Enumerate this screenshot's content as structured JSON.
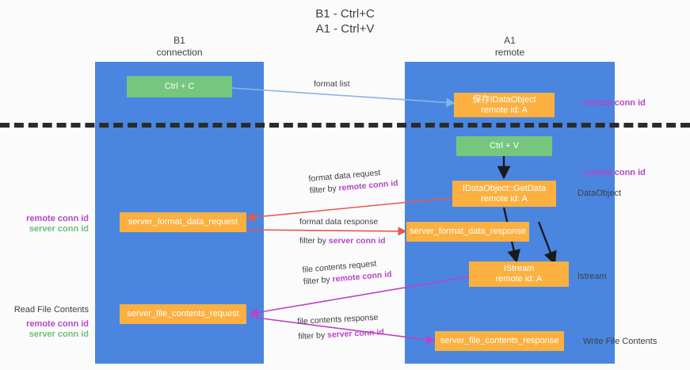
{
  "title": {
    "line1": "B1 - Ctrl+C",
    "line2": "A1 - Ctrl+V"
  },
  "lanes": [
    {
      "name": "B1",
      "subtitle": "connection"
    },
    {
      "name": "A1",
      "subtitle": "remote"
    }
  ],
  "nodes": [
    {
      "id": "ctrl-c",
      "label": "Ctrl + C",
      "sub": "",
      "color": "#76c67e"
    },
    {
      "id": "save-idataobject",
      "label": "保存IDataObject",
      "sub": "remote id: A",
      "color": "#fbb040"
    },
    {
      "id": "ctrl-v",
      "label": "Ctrl + V",
      "sub": "",
      "color": "#76c67e"
    },
    {
      "id": "idataobject-getdata",
      "label": "IDataObject::GetData",
      "sub": "remote id: A",
      "color": "#fbb040"
    },
    {
      "id": "server-format-data-request",
      "label": "server_format_data_request",
      "sub": "",
      "color": "#fbb040"
    },
    {
      "id": "server-format-data-response",
      "label": "server_format_data_response",
      "sub": "",
      "color": "#fbb040"
    },
    {
      "id": "istream",
      "label": "IStream",
      "sub": "remote id: A",
      "color": "#fbb040"
    },
    {
      "id": "server-file-contents-request",
      "label": "server_file_contents_request",
      "sub": "",
      "color": "#fbb040"
    },
    {
      "id": "server-file-contents-response",
      "label": "server_file_contents_response",
      "sub": "",
      "color": "#fbb040"
    }
  ],
  "edge_labels": {
    "format_list": "format list",
    "format_data_request": "format data request",
    "format_data_request_filter_prefix": "filter by ",
    "format_data_request_filter_key": "remote conn id",
    "format_data_response": "format data response",
    "format_data_response_filter_prefix": "filter by ",
    "format_data_response_filter_key": "server conn id",
    "file_contents_request": "file contents request",
    "file_contents_request_filter_prefix": "filter by ",
    "file_contents_request_filter_key": "remote conn id",
    "file_contents_response": "file contents response",
    "file_contents_response_filter_prefix": "filter by ",
    "file_contents_response_filter_key": "server conn id"
  },
  "side_labels": {
    "right_remote_conn_id_top": "remote conn id",
    "right_remote_conn_id_mid": "remote conn id",
    "right_dataobject": "DataObject",
    "right_istream": "Istream",
    "right_write_file_contents": "Write File Contents",
    "left_remote_conn_id": "remote conn id",
    "left_server_conn_id": "server conn id",
    "left_read_file_contents": "Read File Contents",
    "left_remote_conn_id_2": "remote conn id",
    "left_server_conn_id_2": "server conn id"
  },
  "colors": {
    "lane": "#4a86e0",
    "node_green": "#76c67e",
    "node_orange": "#fbb040",
    "purple": "#b446c8",
    "green_text": "#71bd7a",
    "arrow_blue": "#8ab4e8",
    "arrow_red": "#e8584c",
    "arrow_magenta": "#c040c8",
    "arrow_black": "#1a1a1a",
    "separator": "#2b2b2b"
  }
}
